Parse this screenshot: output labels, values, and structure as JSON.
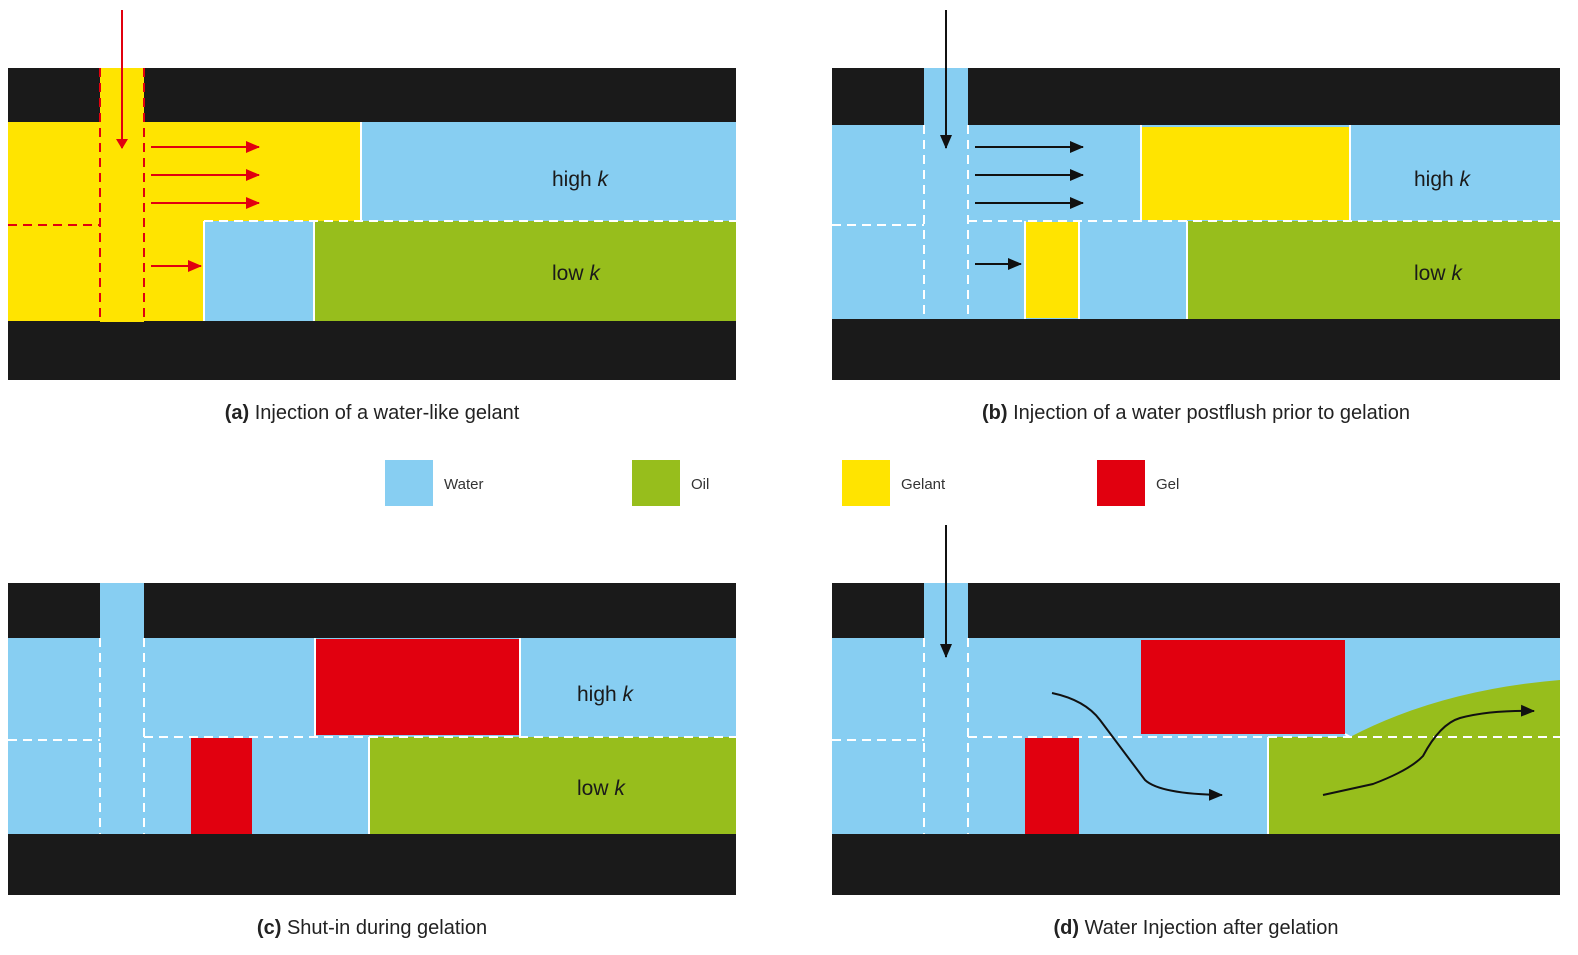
{
  "colors": {
    "water": "#87CEF2",
    "oil": "#97BE1C",
    "gelant": "#FFE400",
    "gel": "#E1000F",
    "rock": "#1A1A1A",
    "arrow_red": "#E1000F",
    "arrow_dark": "#111111"
  },
  "zones": {
    "high_word": "high",
    "low_word": "low",
    "k": "k"
  },
  "panels": [
    {
      "label": "(a)",
      "title": "Injection of a water-like gelant"
    },
    {
      "label": "(b)",
      "title": "Injection of a water postflush prior to gelation"
    },
    {
      "label": "(c)",
      "title": "Shut-in during gelation"
    },
    {
      "label": "(d)",
      "title": "Water Injection after gelation"
    }
  ],
  "legend": [
    {
      "label": "Water",
      "swatch": "water"
    },
    {
      "label": "Oil",
      "swatch": "oil"
    },
    {
      "label": "Gelant",
      "swatch": "gelant"
    },
    {
      "label": "Gel",
      "swatch": "gel"
    }
  ]
}
